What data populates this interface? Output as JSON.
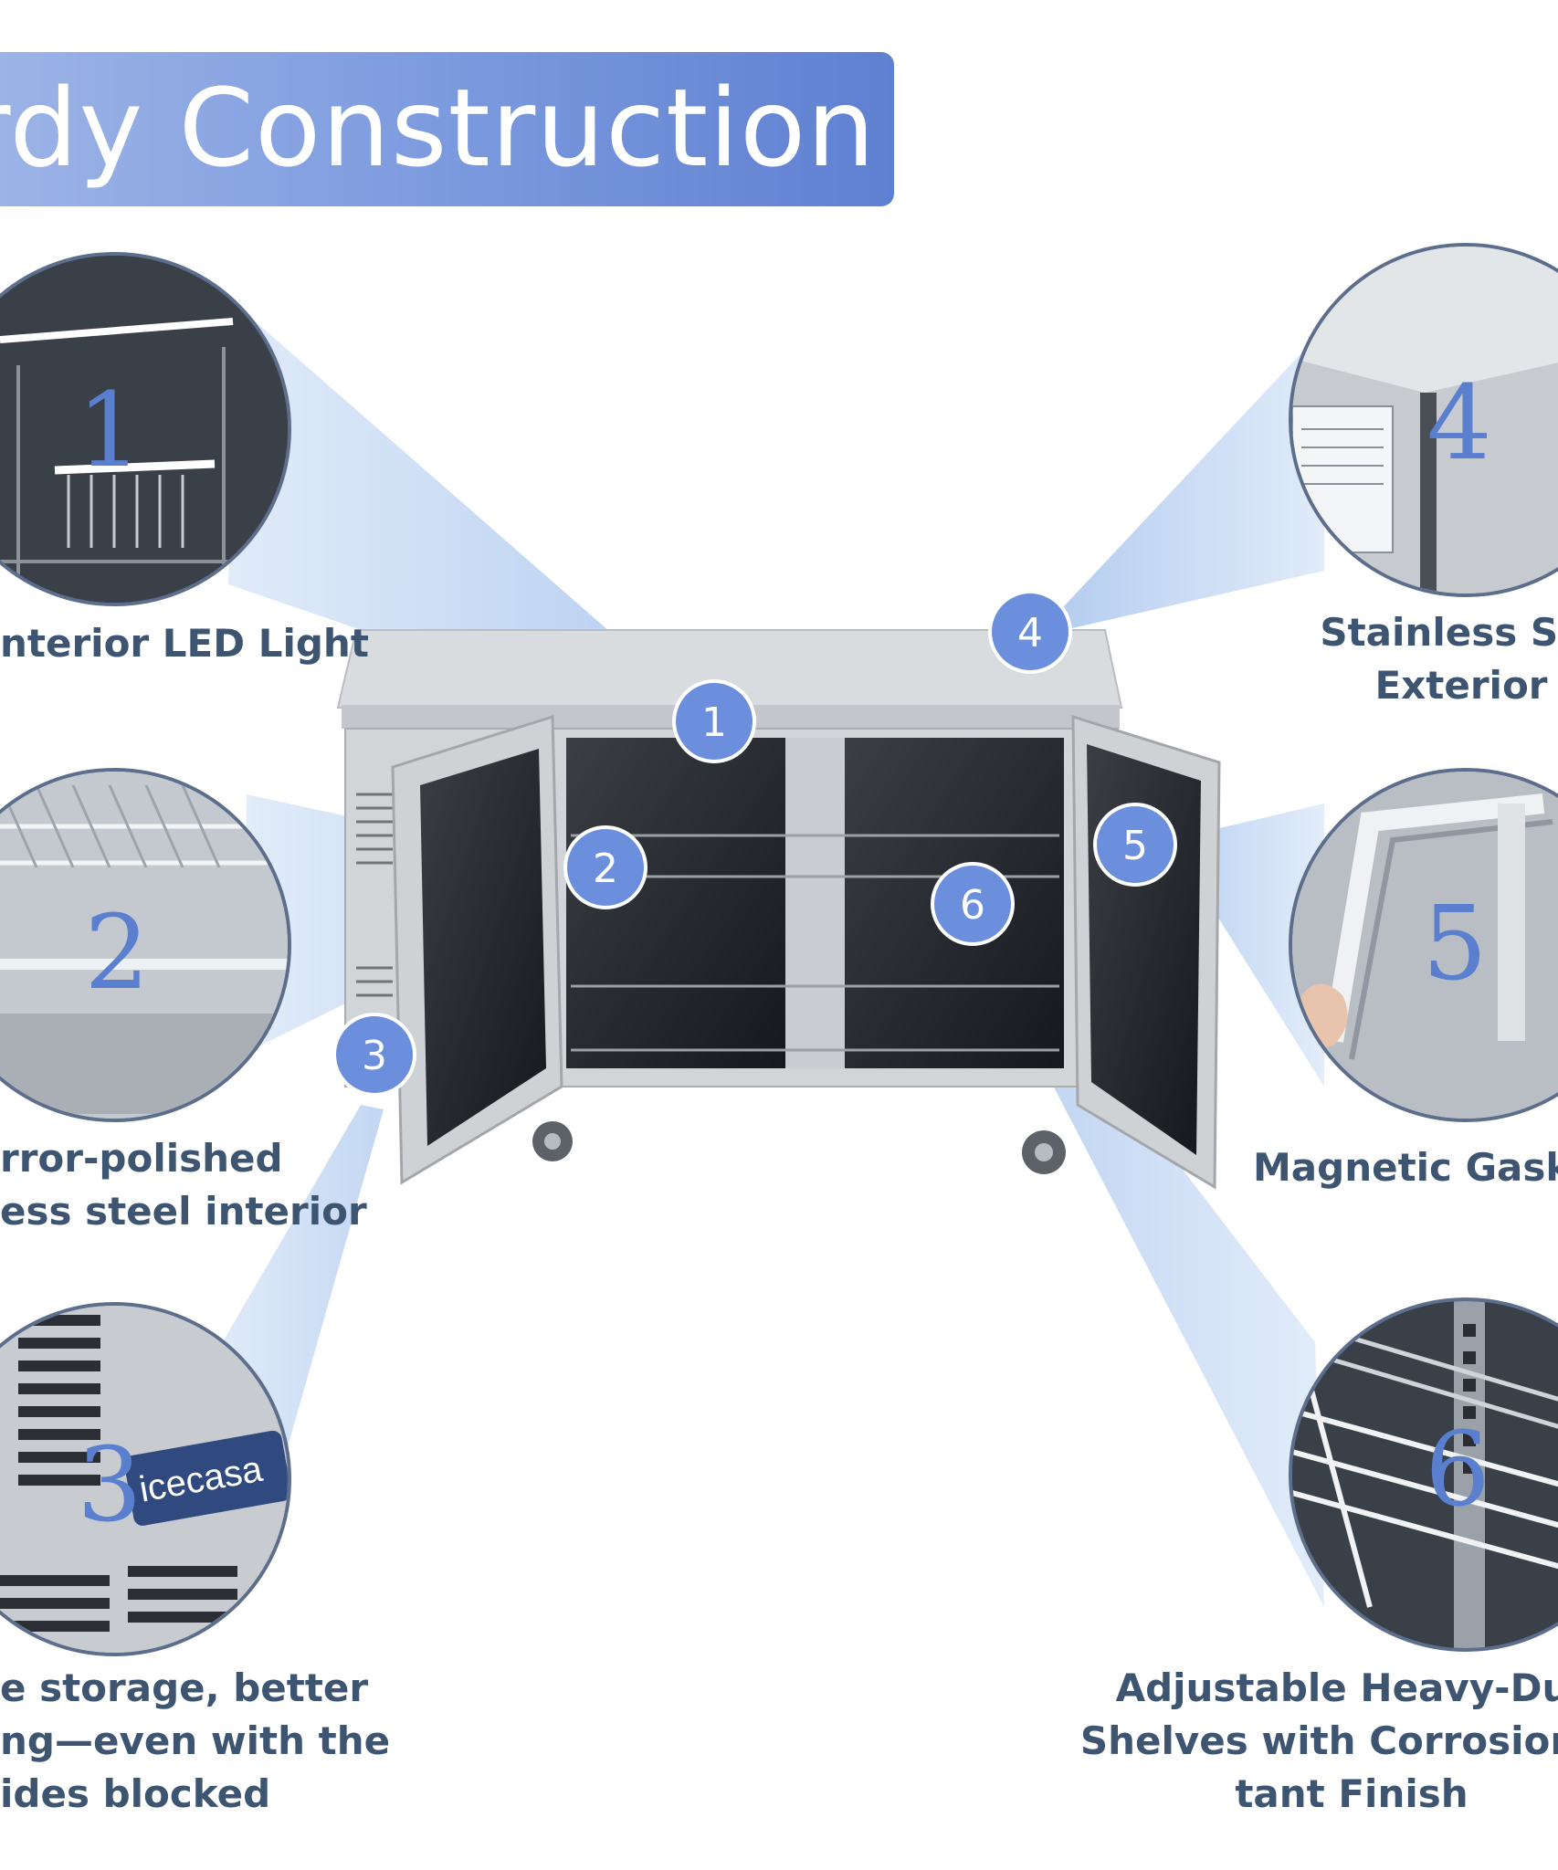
{
  "banner": {
    "title": "urdy Construction"
  },
  "colors": {
    "banner_start": "#9db4e6",
    "banner_end": "#5f80d2",
    "marker": "#6b8fdc",
    "label_text": "#3e5571",
    "beam": "#9fc0ec"
  },
  "markers": [
    "1",
    "2",
    "3",
    "4",
    "5",
    "6"
  ],
  "features": [
    {
      "number": "1",
      "lines": [
        "nterior LED Light"
      ]
    },
    {
      "number": "2",
      "lines": [
        "rror-polished",
        "ess steel interior"
      ]
    },
    {
      "number": "3",
      "lines": [
        "e storage, better",
        "ng—even with the",
        "ides blocked"
      ],
      "logo_text": "icecasa"
    },
    {
      "number": "4",
      "lines": [
        "Stainless Ste",
        "Exterior"
      ]
    },
    {
      "number": "5",
      "lines": [
        "Magnetic Gask"
      ]
    },
    {
      "number": "6",
      "lines": [
        "Adjustable Heavy-Dut",
        "Shelves with Corrosion-R",
        "tant Finish"
      ]
    }
  ]
}
